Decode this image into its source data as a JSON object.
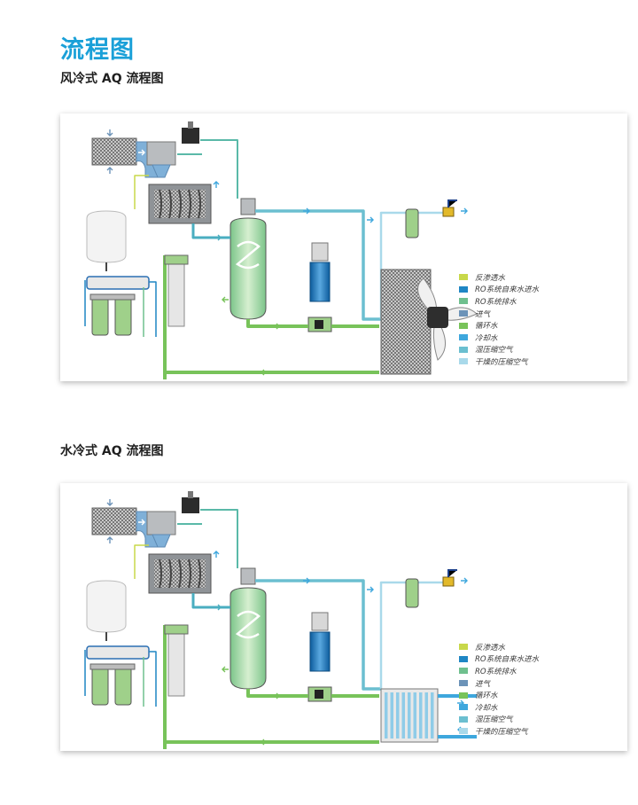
{
  "page": {
    "title": "流程图"
  },
  "diagrams": [
    {
      "title": "风冷式 AQ 流程图",
      "cooler": "fan"
    },
    {
      "title": "水冷式 AQ 流程图",
      "cooler": "water"
    }
  ],
  "legend": [
    {
      "label": "反渗透水",
      "color": "#c8d84a"
    },
    {
      "label": "RO系统自来水进水",
      "color": "#1f86c4"
    },
    {
      "label": "RO系统排水",
      "color": "#6fc08e"
    },
    {
      "label": "进气",
      "color": "#6c93b8"
    },
    {
      "label": "循环水",
      "color": "#78c35a"
    },
    {
      "label": "冷却水",
      "color": "#3ea7dd"
    },
    {
      "label": "湿压缩空气",
      "color": "#6bbfd0"
    },
    {
      "label": "干燥的压缩空气",
      "color": "#a9d9ea"
    }
  ],
  "colors": {
    "accent_title": "#1aa0d8",
    "loop_green": "#78c35a",
    "air_teal": "#4aaec0",
    "cooling_blue": "#3ea7dd",
    "metal_gray": "#b9bcbf",
    "vessel_green": "#a8d8a0"
  }
}
